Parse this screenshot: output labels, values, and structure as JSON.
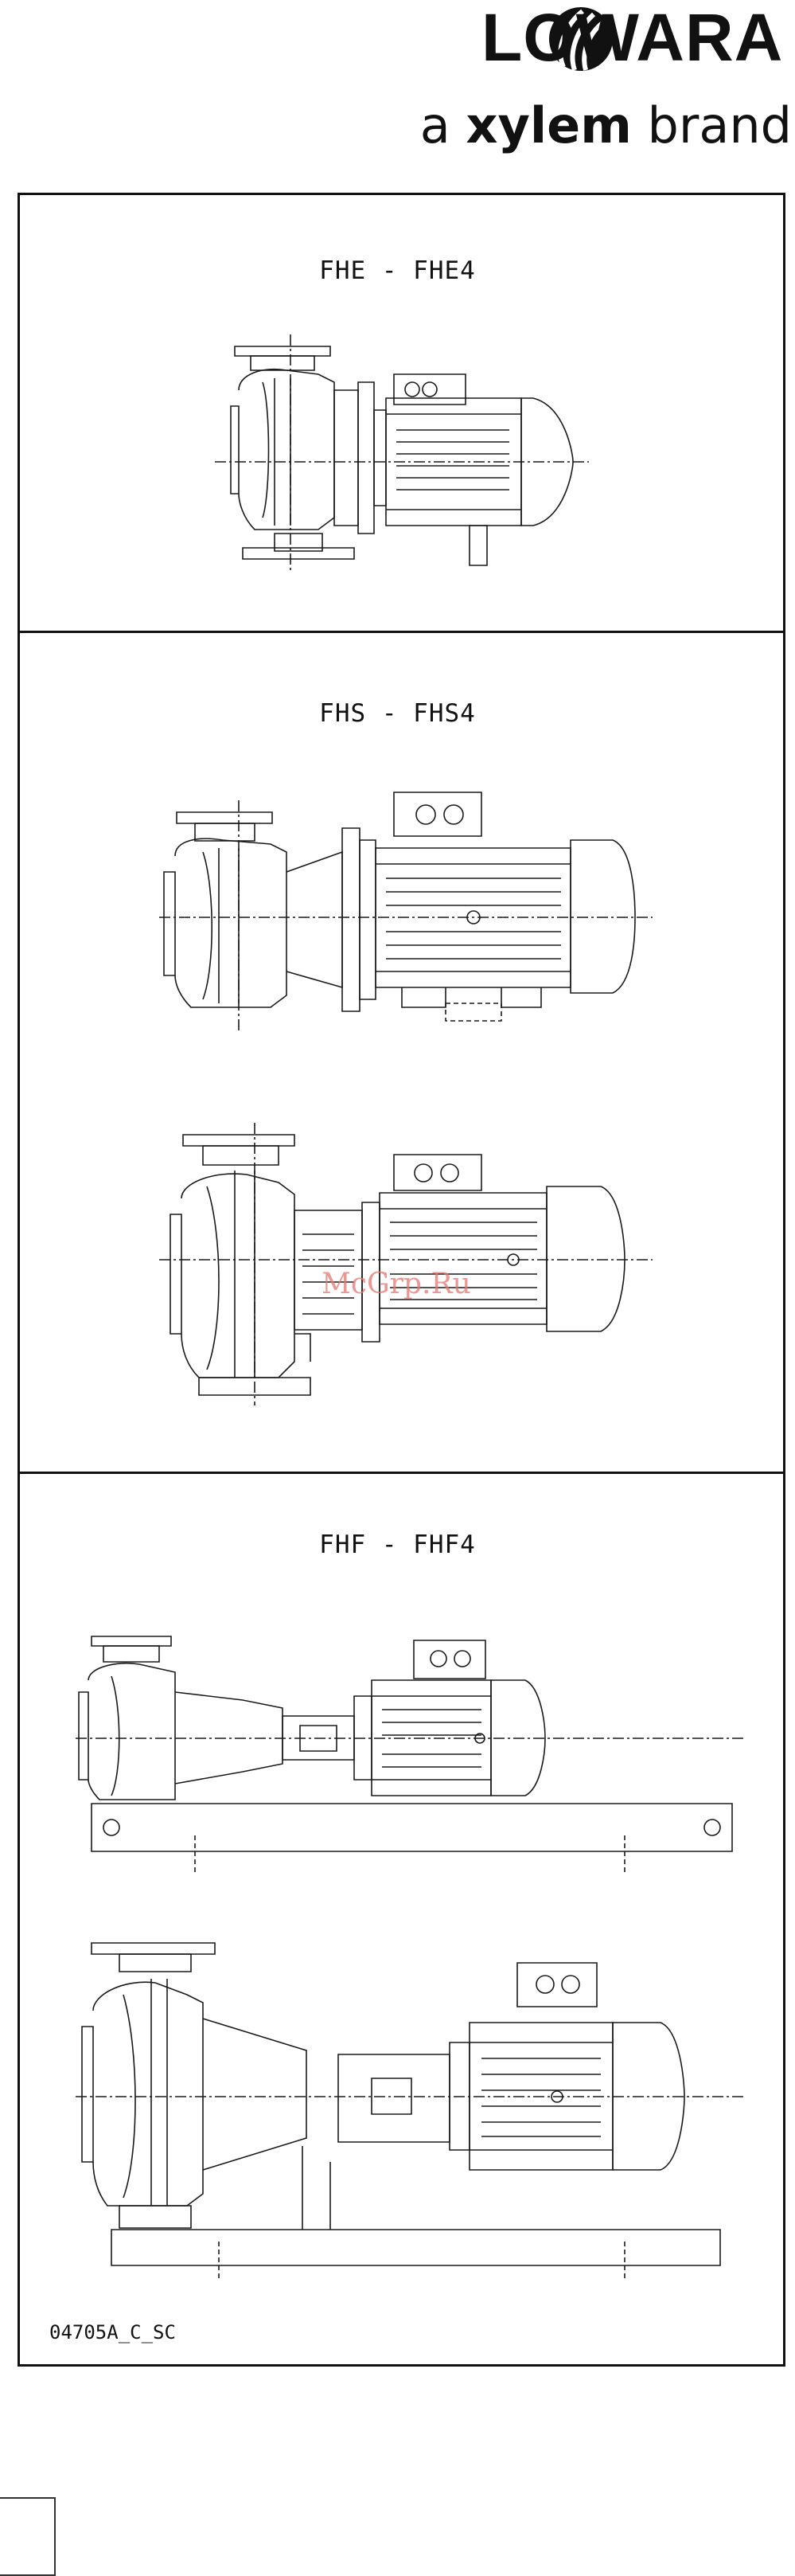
{
  "header": {
    "brand_name": "LOWARA",
    "tagline_prefix": "a ",
    "tagline_bold": "xylem",
    "tagline_suffix": " brand"
  },
  "sections": [
    {
      "title": "FHE - FHE4"
    },
    {
      "title": "FHS - FHS4"
    },
    {
      "title": "FHF - FHF4"
    }
  ],
  "footer": {
    "drawing_code": "04705A_C_SC"
  },
  "watermark": "McGrp.Ru",
  "colors": {
    "line": "#1a1a1a",
    "watermark": "#e2786f",
    "background": "#ffffff"
  }
}
